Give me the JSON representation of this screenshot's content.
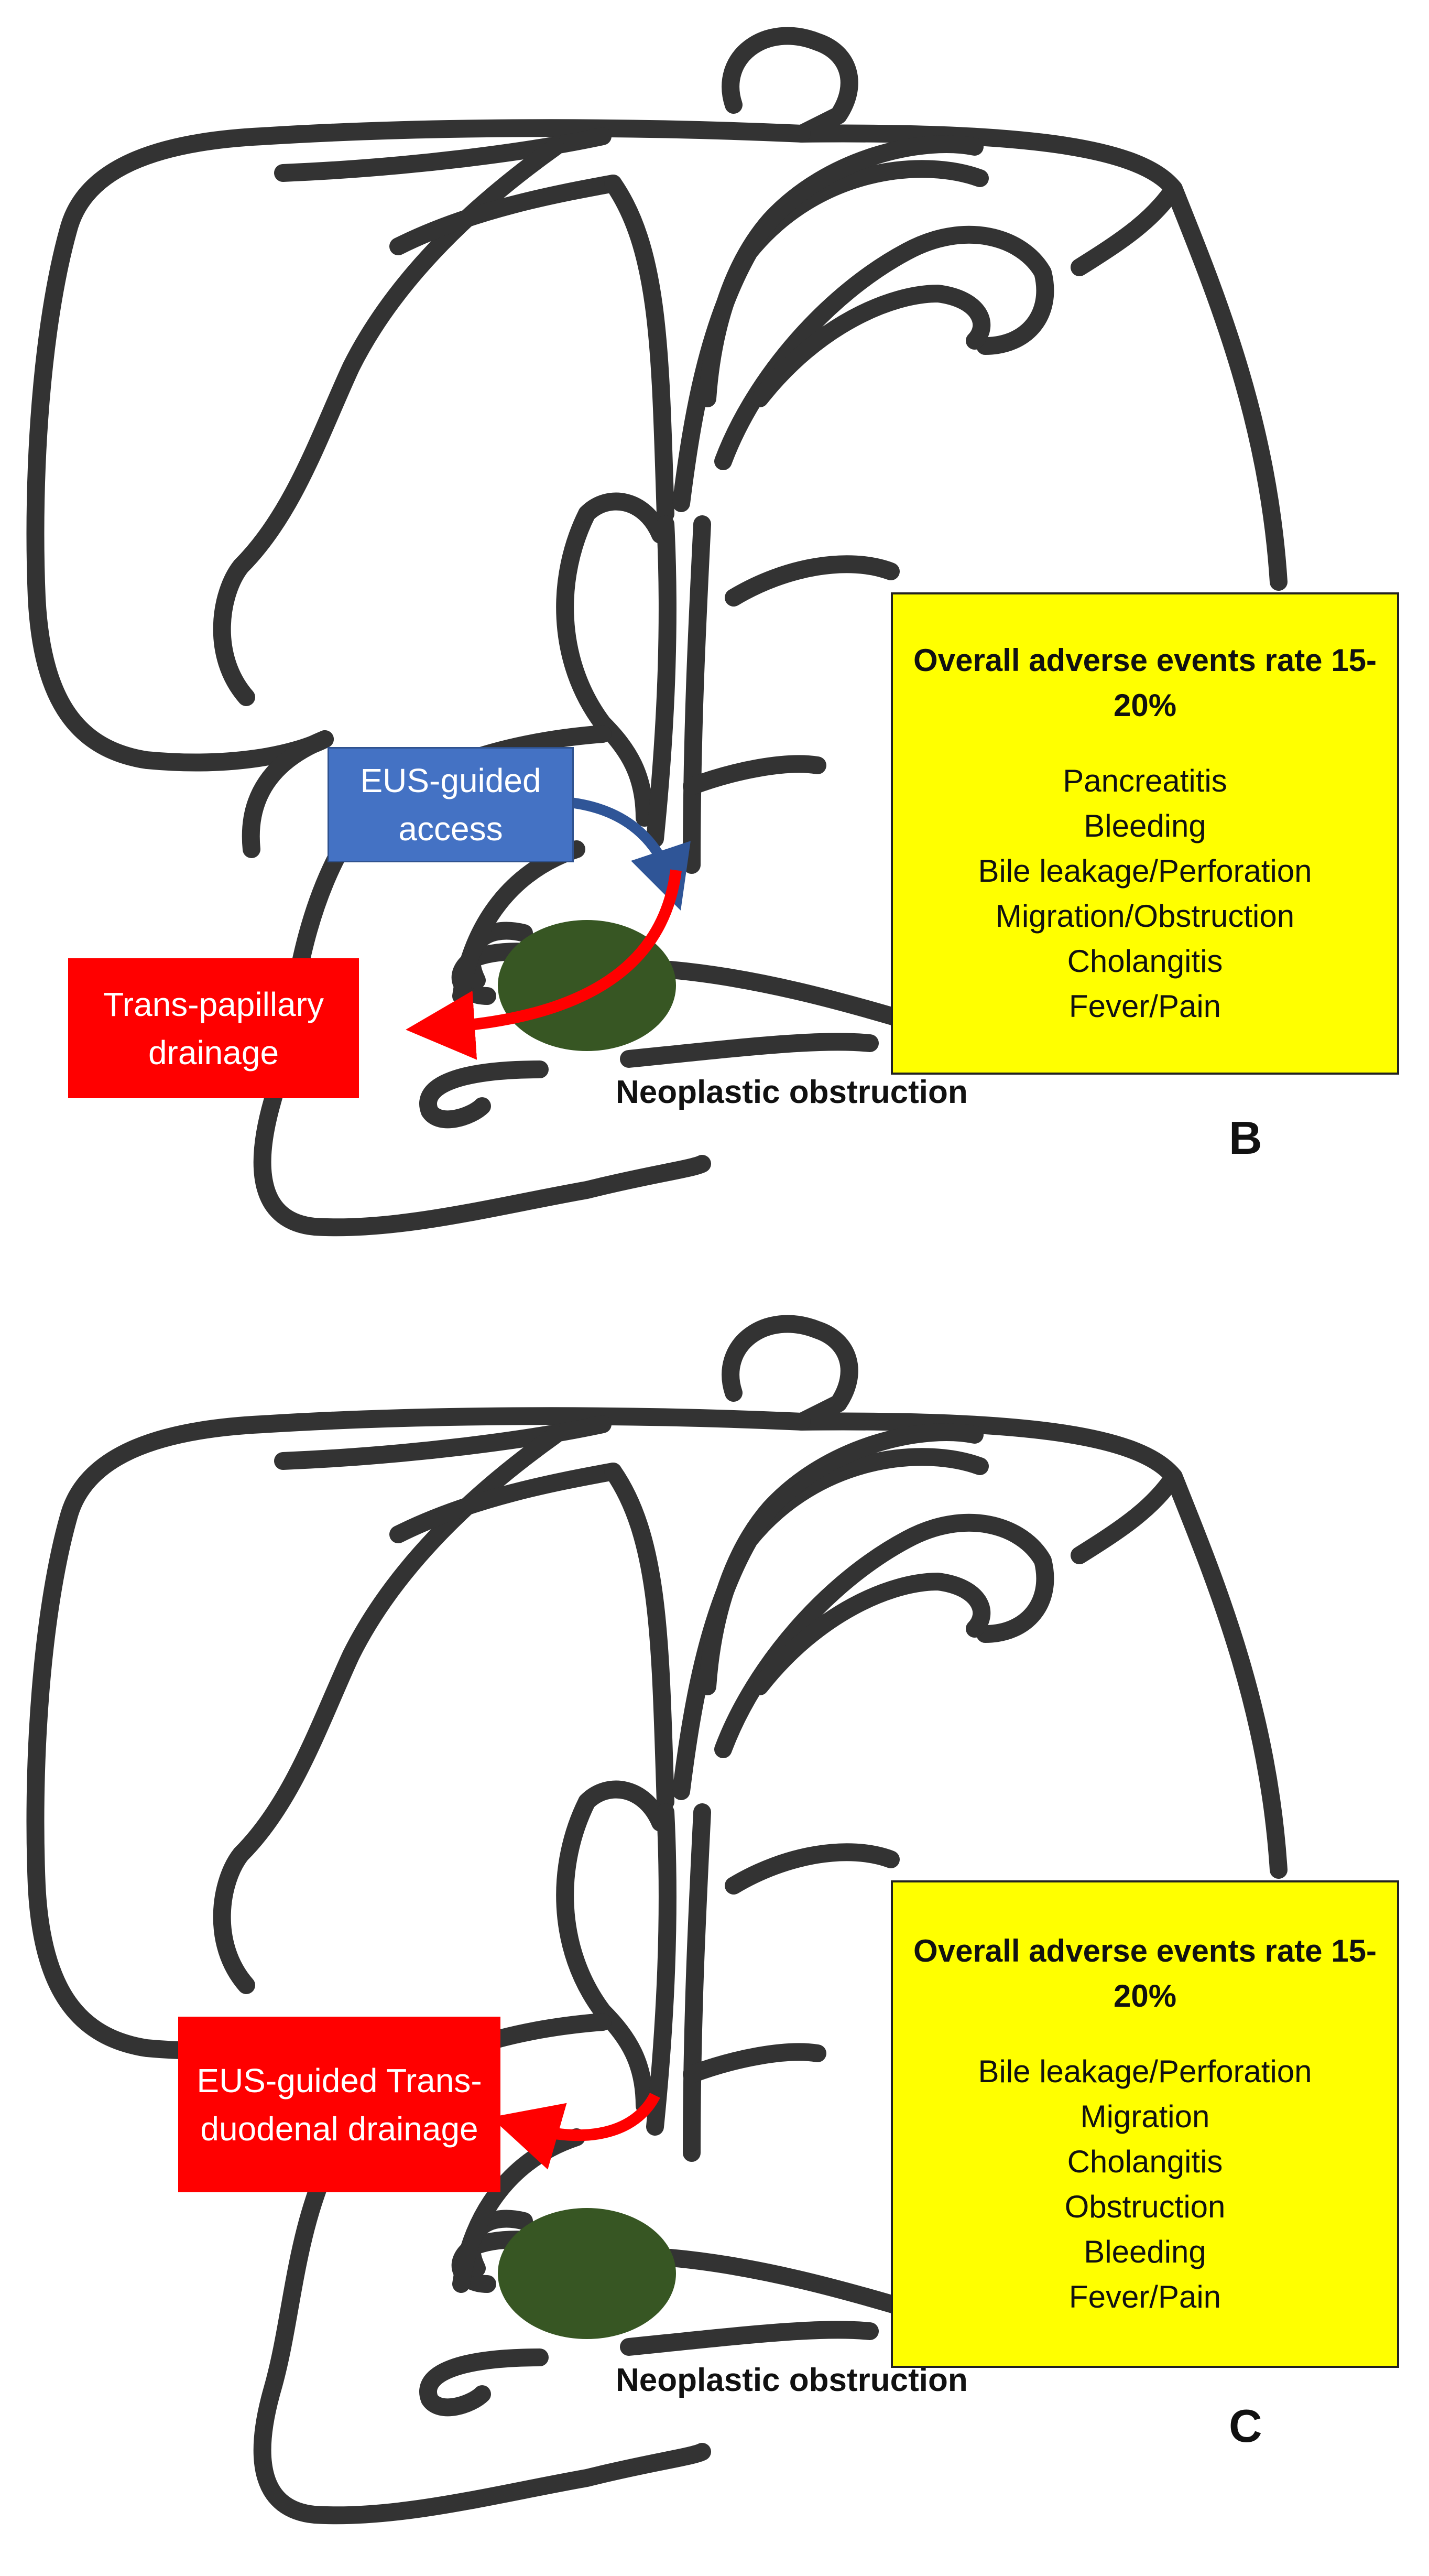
{
  "colors": {
    "outline": "#333333",
    "tumor": "#375623",
    "adverse_box": "#ffff00",
    "drainage_box": "#ff0000",
    "access_box": "#4472c4",
    "arrow_red": "#ff0000",
    "arrow_blue": "#2f5597"
  },
  "panels": [
    {
      "letter": "B",
      "access_label": "EUS-guided access",
      "drainage_label": "Trans-papillary drainage",
      "obstruction_label": "Neoplastic obstruction",
      "adverse_events": {
        "title": "Overall adverse events rate 15-20%",
        "items": [
          "Pancreatitis",
          "Bleeding",
          "Bile leakage/Perforation",
          "Migration/Obstruction",
          "Cholangitis",
          "Fever/Pain"
        ]
      }
    },
    {
      "letter": "C",
      "drainage_label": "EUS-guided Trans-duodenal drainage",
      "obstruction_label": "Neoplastic obstruction",
      "adverse_events": {
        "title": "Overall adverse events rate 15-20%",
        "items": [
          "Bile leakage/Perforation",
          "Migration",
          "Cholangitis",
          "Obstruction",
          "Bleeding",
          "Fever/Pain"
        ]
      }
    }
  ]
}
